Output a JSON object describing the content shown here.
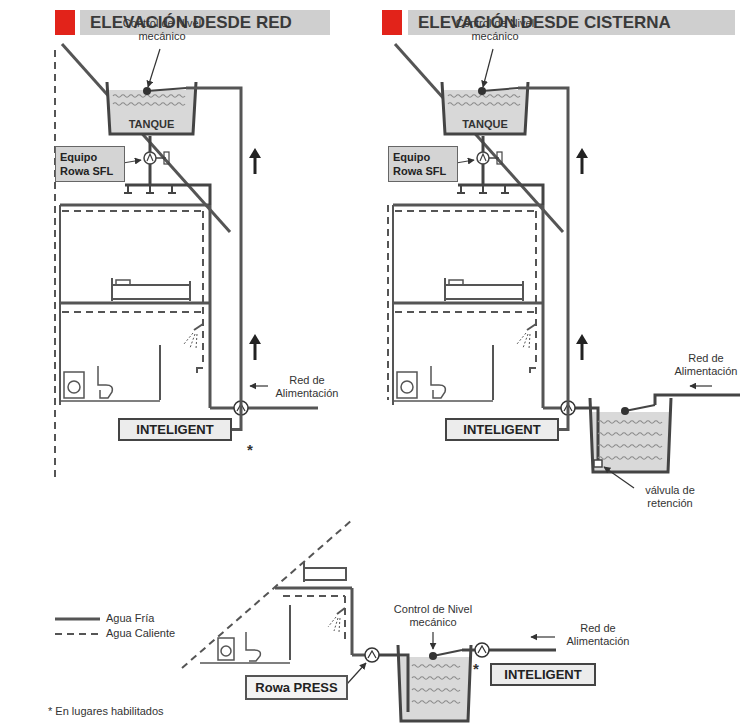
{
  "diagram": {
    "nodes": [
      {
        "text": [
          "ELEVACIÓN DESDE RED"
        ]
      },
      {
        "text": [
          "ELEVACIÓN DESDE CISTERNA"
        ]
      },
      {
        "text": [
          "TANQUE"
        ]
      },
      {
        "text": [
          "TANQUE"
        ]
      },
      {
        "text": [
          "Equipo Rowa SFL"
        ]
      },
      {
        "text": [
          "Equipo Rowa SFL"
        ]
      },
      {
        "text": [
          "INTELIGENT"
        ]
      },
      {
        "text": [
          "INTELIGENT"
        ]
      },
      {
        "text": [
          "Rowa PRESS"
        ]
      },
      {
        "text": [
          "INTELIGENT"
        ]
      }
    ],
    "edges": [
      {
        "from": 6,
        "to": 2,
        "arrow": "none"
      },
      {
        "from": 7,
        "to": 3,
        "arrow": "none"
      }
    ],
    "labels": [
      "Control de Nivel mecánico",
      "Control de Nivel mecánico",
      "Red de Alimentación",
      "Red de Alimentación",
      "*",
      "válvula de retención",
      "Control de Nivel mecánico",
      "Red de Alimentación",
      "*",
      "* En lugares habilitados"
    ],
    "legend": [
      {
        "text": "Agua Fría"
      },
      {
        "text": "Agua Caliente"
      }
    ]
  }
}
